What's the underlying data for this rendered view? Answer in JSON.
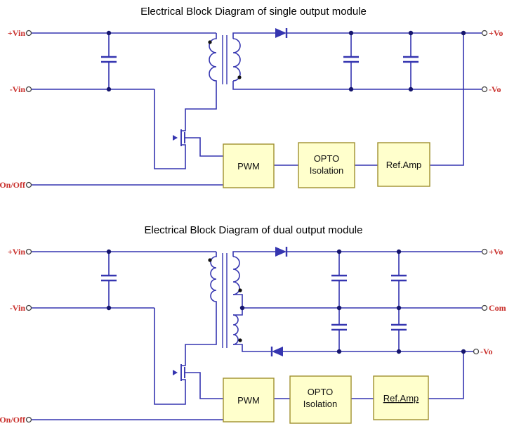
{
  "colors": {
    "wire": "#3535b0",
    "terminal_label": "#c9302c",
    "terminal_ring": "#444444",
    "block_fill": "#ffffcc",
    "block_border": "#a0902f",
    "block_text": "#111111",
    "dot": "#16166e",
    "phase_dot": "#111111",
    "title": "#000000",
    "background": "#ffffff"
  },
  "single": {
    "title": "Electrical Block Diagram of single output module",
    "terminals": {
      "vin_pos": "+Vin",
      "vin_neg": "-Vin",
      "on_off": "On/Off",
      "vo_pos": "+Vo",
      "vo_neg": "-Vo"
    },
    "blocks": {
      "pwm": "PWM",
      "opto_line1": "OPTO",
      "opto_line2": "Isolation",
      "ref_amp": "Ref.Amp"
    }
  },
  "dual": {
    "title": "Electrical Block Diagram of dual output module",
    "terminals": {
      "vin_pos": "+Vin",
      "vin_neg": "-Vin",
      "on_off": "On/Off",
      "vo_pos": "+Vo",
      "com": "Com",
      "vo_neg": "-Vo"
    },
    "blocks": {
      "pwm": "PWM",
      "opto_line1": "OPTO",
      "opto_line2": "Isolation",
      "ref_amp": "Ref.Amp"
    }
  }
}
